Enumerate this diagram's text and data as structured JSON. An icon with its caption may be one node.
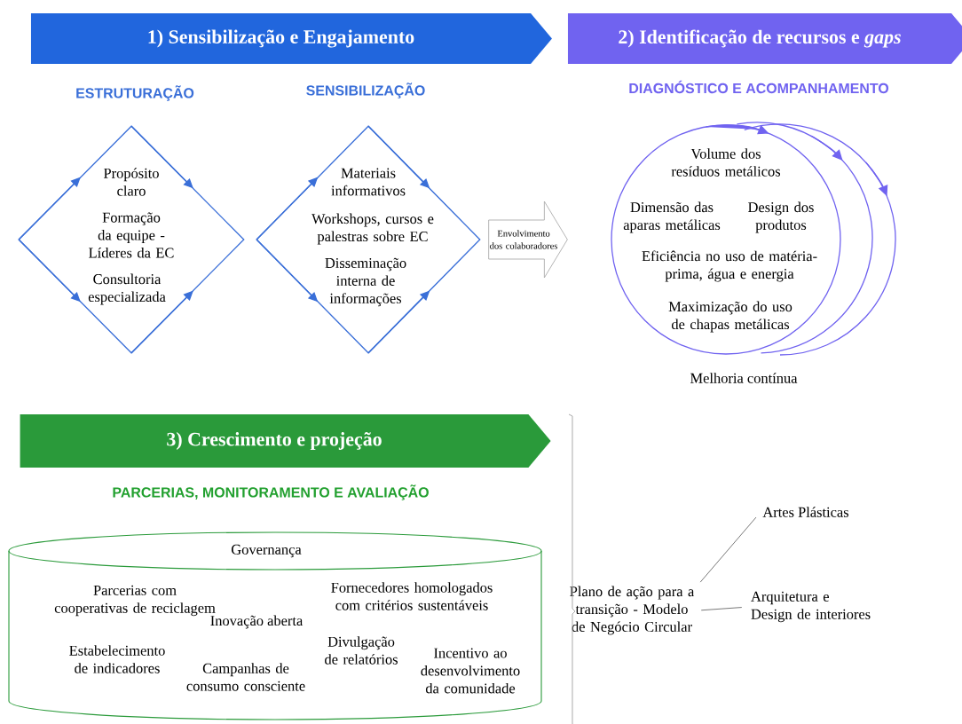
{
  "diagram": {
    "nodes": [
      {
        "text": [
          "1) Sensibilização e Engajamento"
        ]
      },
      {
        "text": [
          "2) Identificação de recursos e *gaps*"
        ]
      },
      {
        "text": [
          "Propósito claro",
          "Formação da equipe - Líderes da EC",
          "Consultoria especializada"
        ]
      },
      {
        "text": [
          "Materiais informativos",
          "Workshops, cursos e palestras sobre EC",
          "Disseminação interna de informações"
        ]
      },
      {
        "text": [
          "Volume dos resíduos metálicos",
          "Dimensão das aparas metálicas",
          "Design dos produtos",
          "Eficiência no uso de matéria-prima, água e energia",
          "Maximização do uso de chapas metálicas"
        ],
        "beside": [
          "Melhoria contínua"
        ]
      },
      {
        "text": [
          "3) Crescimento e projeção"
        ]
      },
      {
        "text": [
          "Governança",
          "Parcerias com cooperativas de reciclagem",
          "Inovação aberta",
          "Fornecedores homologados com critérios sustentáveis",
          "Estabelecimento de indicadores",
          "Campanhas de consumo consciente",
          "Divulgação de relatórios",
          "Incentivo ao desenvolvimento da comunidade"
        ]
      },
      {
        "text": [
          "Plano de ação para a transição - Modelo de Negócio Circular"
        ]
      },
      {
        "text": [
          "Artes Plásticas"
        ]
      },
      {
        "text": [
          "Arquitetura e Design de interiores"
        ]
      }
    ],
    "edges": [
      {
        "from": 3,
        "to": 4,
        "label": "Envolvimento dos colaboradores",
        "arrow": "to"
      },
      {
        "from": 7,
        "to": 8,
        "arrow": "none"
      },
      {
        "from": 7,
        "to": 9,
        "arrow": "none"
      }
    ],
    "labels": [
      "ESTRUTURAÇÃO",
      "SENSIBILIZAÇÃO",
      "DIAGNÓSTICO E ACOMPANHAMENTO",
      "PARCERIAS, MONITORAMENTO E AVALIAÇÃO"
    ]
  }
}
